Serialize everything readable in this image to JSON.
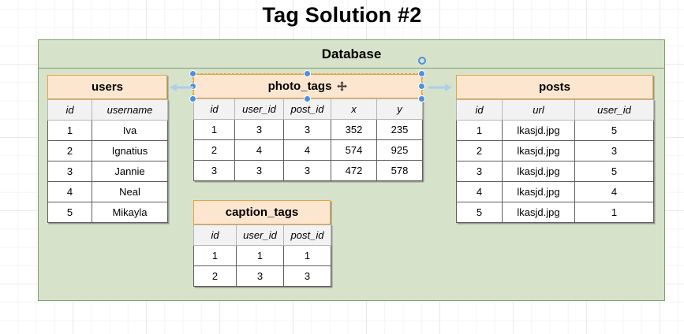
{
  "page": {
    "title": "Tag Solution #2"
  },
  "container": {
    "label": "Database",
    "bg_color": "#d7e2cb",
    "border_color": "#7ea06a"
  },
  "theme": {
    "table_header_bg": "#fce6cf",
    "table_header_border": "#e8a33d",
    "column_header_bg": "#f2f2f2",
    "cell_border": "#5e5e5e",
    "selection_handle": "#4d90dd",
    "arrow_color": "#aed0e6"
  },
  "tables": {
    "users": {
      "name": "users",
      "columns": [
        "id",
        "username"
      ],
      "rows": [
        [
          "1",
          "Iva"
        ],
        [
          "2",
          "Ignatius"
        ],
        [
          "3",
          "Jannie"
        ],
        [
          "4",
          "Neal"
        ],
        [
          "5",
          "Mikayla"
        ]
      ]
    },
    "photo_tags": {
      "name": "photo_tags",
      "selected": true,
      "move_icon": "move-cursor-icon",
      "columns": [
        "id",
        "user_id",
        "post_id",
        "x",
        "y"
      ],
      "rows": [
        [
          "1",
          "3",
          "3",
          "352",
          "235"
        ],
        [
          "2",
          "4",
          "4",
          "574",
          "925"
        ],
        [
          "3",
          "3",
          "3",
          "472",
          "578"
        ]
      ]
    },
    "caption_tags": {
      "name": "caption_tags",
      "columns": [
        "id",
        "user_id",
        "post_id"
      ],
      "rows": [
        [
          "1",
          "1",
          "1"
        ],
        [
          "2",
          "3",
          "3"
        ]
      ]
    },
    "posts": {
      "name": "posts",
      "columns": [
        "id",
        "url",
        "user_id"
      ],
      "rows": [
        [
          "1",
          "lkasjd.jpg",
          "5"
        ],
        [
          "2",
          "lkasjd.jpg",
          "3"
        ],
        [
          "3",
          "lkasjd.jpg",
          "5"
        ],
        [
          "4",
          "lkasjd.jpg",
          "4"
        ],
        [
          "5",
          "lkasjd.jpg",
          "1"
        ]
      ]
    }
  },
  "connectors": [
    {
      "name": "photo-tags-to-users",
      "direction": "left"
    },
    {
      "name": "photo-tags-to-posts",
      "direction": "right"
    }
  ]
}
